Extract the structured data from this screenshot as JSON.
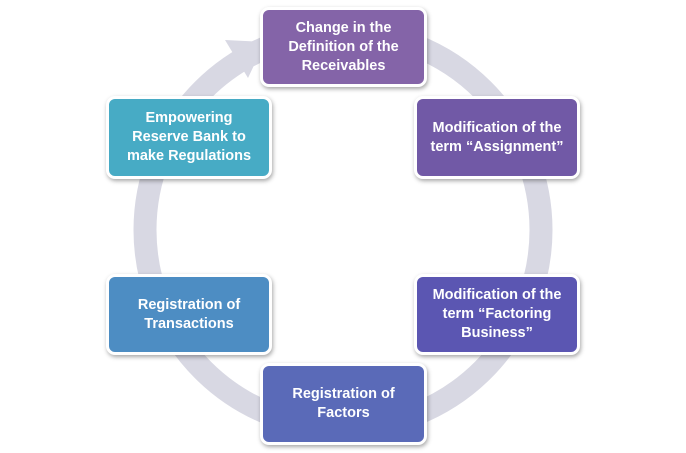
{
  "diagram": {
    "type": "cycle",
    "ring_color": "#d8d8e3",
    "nodes": [
      {
        "label": "Change in the\nDefinition of the\nReceivables",
        "color": "#8464a8"
      },
      {
        "label": "Modification  of the\nterm “Assignment”",
        "color": "#7159a6"
      },
      {
        "label": "Modification  of the\nterm “Factoring\nBusiness”",
        "color": "#5b56b2"
      },
      {
        "label": "Registration of\nFactors",
        "color": "#5a6ab8"
      },
      {
        "label": "Registration of\nTransactions",
        "color": "#4d8dc3"
      },
      {
        "label": "Empowering\nReserve Bank to\nmake Regulations",
        "color": "#47abc5"
      }
    ]
  }
}
